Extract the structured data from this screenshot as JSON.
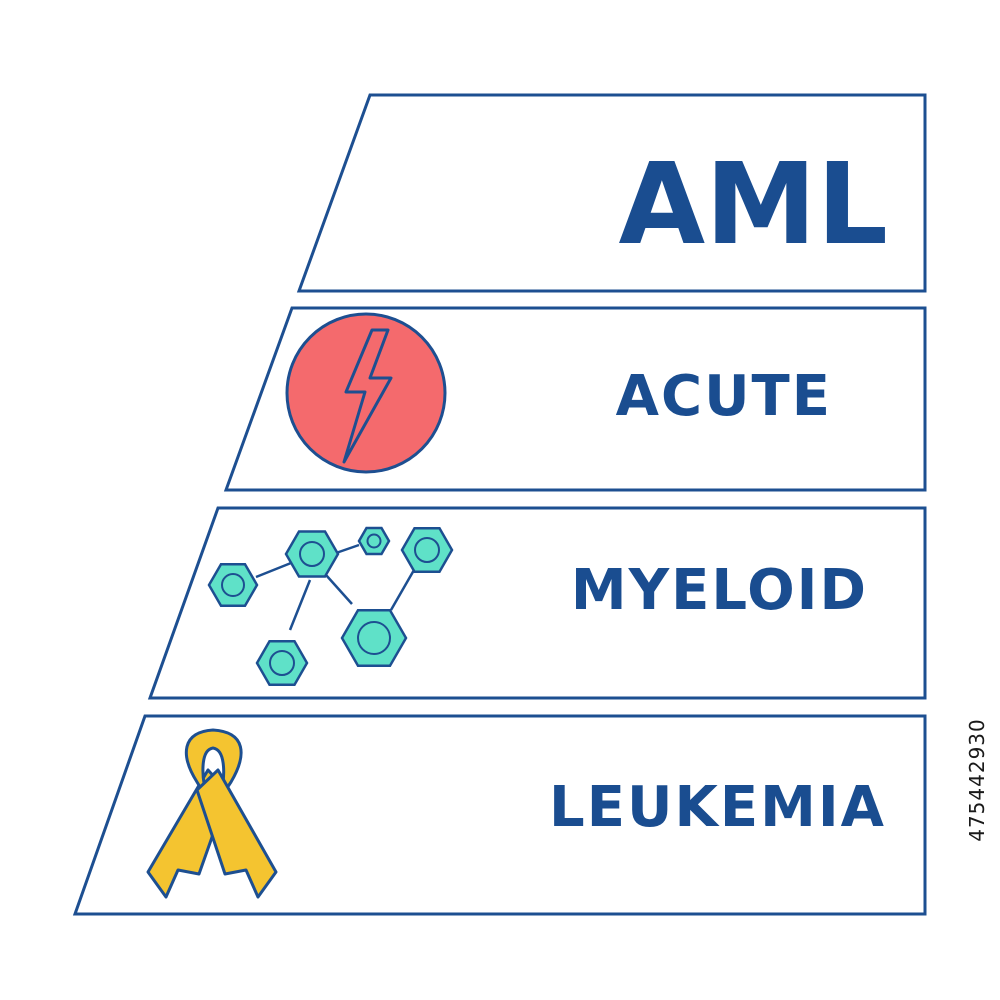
{
  "title": "AML",
  "rows": [
    {
      "label": "ACUTE",
      "icon": "lightning-bolt-icon"
    },
    {
      "label": "MYELOID",
      "icon": "molecule-icon"
    },
    {
      "label": "LEUKEMIA",
      "icon": "awareness-ribbon-icon"
    }
  ],
  "stock_id": "475442930",
  "colors": {
    "outline": "#1d4f91",
    "text": "#1a4d90",
    "lightning_circle": "#f46a6d",
    "molecule": "#5fe1c8",
    "ribbon": "#f4c430"
  }
}
